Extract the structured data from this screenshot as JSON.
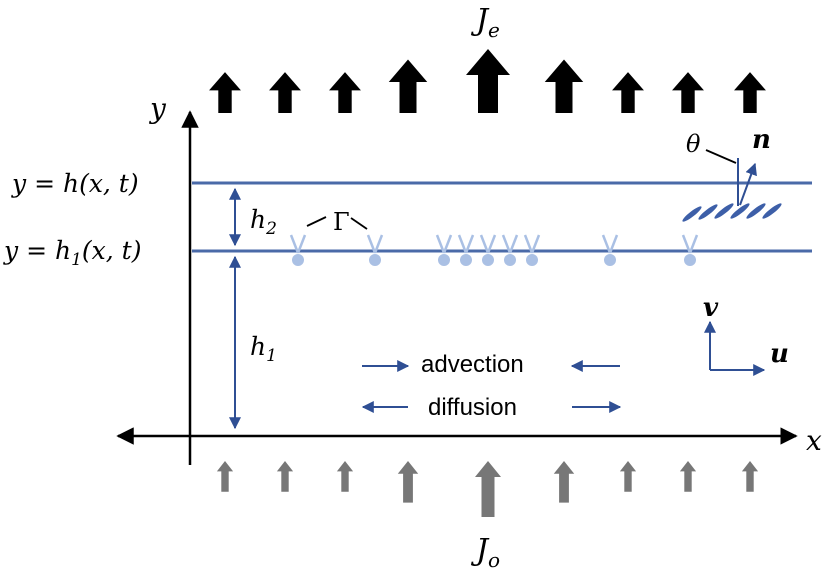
{
  "labels": {
    "je": "J",
    "je_sub": "e",
    "jo": "J",
    "jo_sub": "o",
    "y_axis": "y",
    "x_axis": "x",
    "top_interface": "y = h(x, t)",
    "lower_interface": "y = h",
    "lower_interface_sub": "1",
    "lower_interface_tail": "(x, t)",
    "h2": "h",
    "h2_sub": "2",
    "h1": "h",
    "h1_sub": "1",
    "gamma": "Γ",
    "theta": "θ",
    "normal": "n",
    "v_vec": "v",
    "u_vec": "u",
    "advection": "advection",
    "diffusion": "diffusion"
  },
  "colors": {
    "interface_line": "#4a6aa8",
    "surfactant": "#aac0e4",
    "flow_arrow": "#2f4f94",
    "evaporation_arrow": "#000000",
    "inflow_arrow": "#777777",
    "crystal": "#3d5fa8"
  },
  "flux": {
    "evaporation_relative_magnitude": [
      0.45,
      0.45,
      0.45,
      0.75,
      1.0,
      0.75,
      0.45,
      0.45,
      0.45
    ],
    "inflow_relative_magnitude": [
      0.3,
      0.3,
      0.3,
      0.6,
      1.0,
      0.6,
      0.3,
      0.3,
      0.3
    ]
  }
}
